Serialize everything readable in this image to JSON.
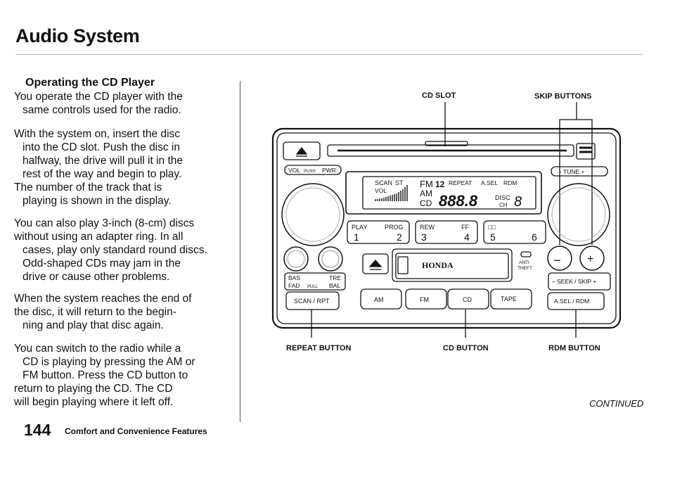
{
  "page": {
    "title": "Audio System",
    "section_heading": "Operating the CD Player",
    "paragraphs": [
      [
        "You operate the CD player with the",
        "same controls used for the radio."
      ],
      [
        "With the system on, insert the disc",
        "into the CD slot. Push the disc in",
        "halfway, the drive will pull it in the",
        "rest of the way and begin to play.",
        "The number of the track that is",
        "playing is shown in the display."
      ],
      [
        "You can also play 3-inch (8-cm) discs",
        "without using an adapter ring. In all",
        "cases, play only standard round discs.",
        "Odd-shaped CDs may jam in the",
        "drive or cause other problems."
      ],
      [
        "When the system reaches the end of",
        "the disc, it will return to the begin-",
        "ning and play that disc again."
      ],
      [
        "You can switch to the radio while a",
        "CD is playing by pressing the AM or",
        "FM button. Press the CD button to",
        "return to playing the CD. The CD",
        "will begin playing where it left off."
      ]
    ],
    "page_number": "144",
    "footer": "Comfort and Convenience Features",
    "continued": "CONTINUED"
  },
  "figure": {
    "callouts": {
      "cd_slot": "CD SLOT",
      "skip_buttons": "SKIP BUTTONS",
      "repeat_button": "REPEAT BUTTON",
      "cd_button": "CD BUTTON",
      "rdm_button": "RDM BUTTON"
    },
    "panel": {
      "vol_label": "VOL",
      "push_label": "PUSH",
      "pwr_label": "PWR",
      "tune_label": "- TUNE +",
      "display": {
        "scan": "SCAN",
        "st": "ST",
        "fm": "FM",
        "band_num": "12",
        "repeat": "REPEAT",
        "asel": "A.SEL",
        "rdm": "RDM",
        "vol": "VOL",
        "am": "AM",
        "cd": "CD",
        "freq": "888.8",
        "disc": "DISC",
        "ch": "CH",
        "disc_num": "8"
      },
      "presets": [
        {
          "top": "PLAY",
          "top2": "PROG",
          "n1": "1",
          "n2": "2"
        },
        {
          "top": "REW",
          "top2": "FF",
          "n1": "3",
          "n2": "4"
        },
        {
          "top": "□□",
          "top2": "",
          "n1": "5",
          "n2": "6"
        }
      ],
      "bas_label": "BAS",
      "tre_label": "TRE",
      "fad_label": "FAD",
      "pull_label": "PULL",
      "bal_label": "BAL",
      "brand": "HONDA",
      "anti_theft": [
        "ANTI",
        "THEFT"
      ],
      "seek_label": "– SEEK / SKIP +",
      "scan_rpt": "SCAN / RPT",
      "am_btn": "AM",
      "fm_btn": "FM",
      "cd_btn": "CD",
      "tape_btn": "TAPE",
      "asel_rdm": "A.SEL / RDM",
      "minus": "−",
      "plus": "+",
      "eject_icon": "eject-icon"
    }
  }
}
